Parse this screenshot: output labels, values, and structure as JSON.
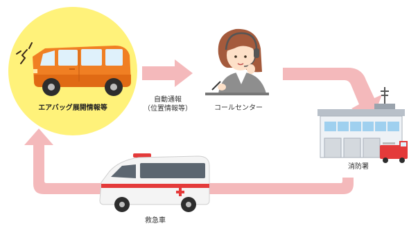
{
  "colors": {
    "arrow": "#f4b9bb",
    "highlight": "#fff27a",
    "car_body": "#f07f23",
    "building": "#eef2f6",
    "accent_red": "#e43a3a"
  },
  "icons": {
    "car": "car-icon",
    "operator": "call-center-operator-icon",
    "fire_station": "fire-station-icon",
    "ambulance": "ambulance-icon"
  },
  "nodes": {
    "car": {
      "label": "エアバッグ展開情報等"
    },
    "call_center": {
      "label": "コールセンター"
    },
    "fire_station": {
      "label": "消防署"
    },
    "ambulance": {
      "label": "救急車"
    }
  },
  "edges": {
    "auto_report": {
      "line1": "自動通報",
      "line2": "（位置情報等）"
    }
  }
}
